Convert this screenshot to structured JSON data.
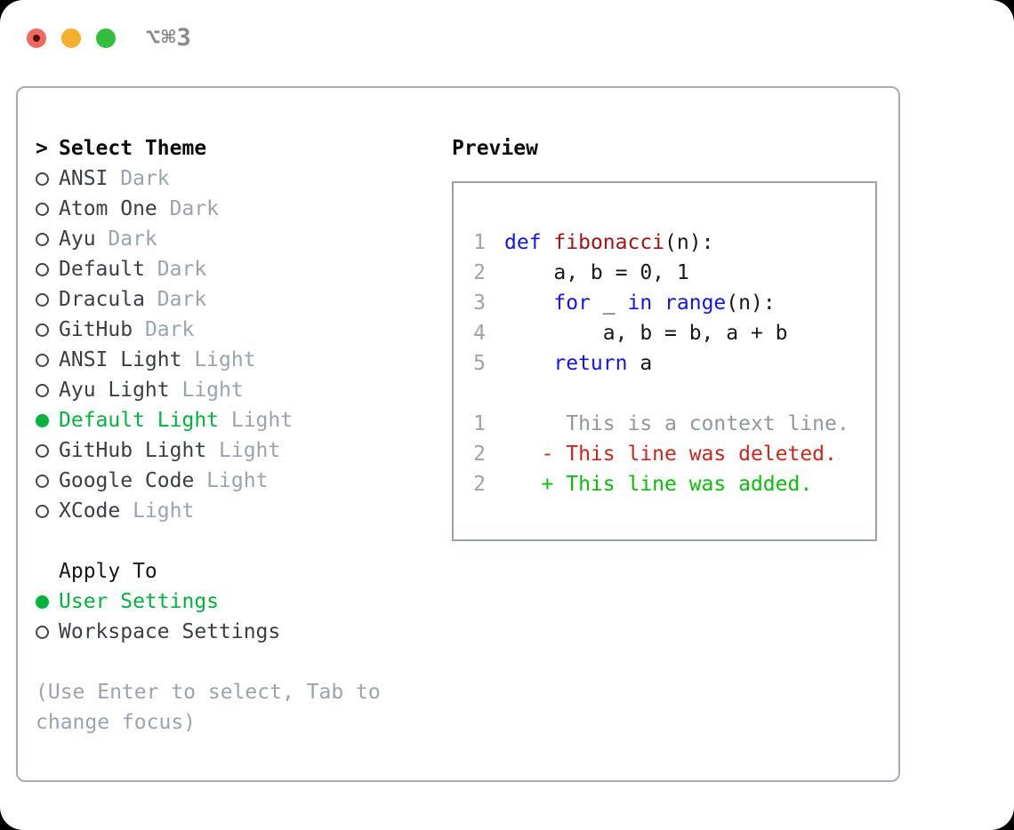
{
  "window": {
    "shortcut_label": "⌥⌘3",
    "traffic_lights": [
      "close",
      "minimize",
      "zoom"
    ]
  },
  "colors": {
    "selection_green": "#00b33e",
    "added_green": "#0cbc0c",
    "deleted_red": "#c9271d",
    "keyword_blue": "#1414ee",
    "function_red": "#a31515",
    "muted_gray": "#9aa3ae",
    "panel_border": "#a6adb7"
  },
  "theme_picker": {
    "prompt": ">",
    "header": "Select Theme",
    "items": [
      {
        "name": "ANSI",
        "variant": "Dark",
        "selected": false
      },
      {
        "name": "Atom One",
        "variant": "Dark",
        "selected": false
      },
      {
        "name": "Ayu",
        "variant": "Dark",
        "selected": false
      },
      {
        "name": "Default",
        "variant": "Dark",
        "selected": false
      },
      {
        "name": "Dracula",
        "variant": "Dark",
        "selected": false
      },
      {
        "name": "GitHub",
        "variant": "Dark",
        "selected": false
      },
      {
        "name": "ANSI Light",
        "variant": "Light",
        "selected": false
      },
      {
        "name": "Ayu Light",
        "variant": "Light",
        "selected": false
      },
      {
        "name": "Default Light",
        "variant": "Light",
        "selected": true
      },
      {
        "name": "GitHub Light",
        "variant": "Light",
        "selected": false
      },
      {
        "name": "Google Code",
        "variant": "Light",
        "selected": false
      },
      {
        "name": "XCode",
        "variant": "Light",
        "selected": false
      }
    ],
    "apply_to": {
      "header": "Apply To",
      "options": [
        {
          "name": "User Settings",
          "selected": true
        },
        {
          "name": "Workspace Settings",
          "selected": false
        }
      ]
    },
    "hint": "(Use Enter to select, Tab to change focus)"
  },
  "preview": {
    "header": "Preview",
    "lines": [
      {
        "num": "1",
        "segments": [
          {
            "t": "def",
            "s": "kw"
          },
          {
            "t": " ",
            "s": "plain"
          },
          {
            "t": "fibonacci",
            "s": "fn"
          },
          {
            "t": "(n):",
            "s": "plain"
          }
        ]
      },
      {
        "num": "2",
        "segments": [
          {
            "t": "    a, b = 0, 1",
            "s": "plain"
          }
        ]
      },
      {
        "num": "3",
        "segments": [
          {
            "t": "    ",
            "s": "plain"
          },
          {
            "t": "for",
            "s": "kw"
          },
          {
            "t": " _ ",
            "s": "plain"
          },
          {
            "t": "in",
            "s": "kw"
          },
          {
            "t": " ",
            "s": "plain"
          },
          {
            "t": "range",
            "s": "kw"
          },
          {
            "t": "(n):",
            "s": "plain"
          }
        ]
      },
      {
        "num": "4",
        "segments": [
          {
            "t": "        a, b = b, a + b",
            "s": "plain"
          }
        ]
      },
      {
        "num": "5",
        "segments": [
          {
            "t": "    ",
            "s": "plain"
          },
          {
            "t": "return",
            "s": "kw"
          },
          {
            "t": " a",
            "s": "plain"
          }
        ]
      },
      {
        "num": "",
        "segments": []
      },
      {
        "num": "1",
        "segments": [
          {
            "t": "     This is a context line.",
            "s": "ctx"
          }
        ]
      },
      {
        "num": "2",
        "segments": [
          {
            "t": "   - This line was deleted.",
            "s": "del"
          }
        ]
      },
      {
        "num": "2",
        "segments": [
          {
            "t": "   + This line was added.",
            "s": "add"
          }
        ]
      }
    ]
  }
}
